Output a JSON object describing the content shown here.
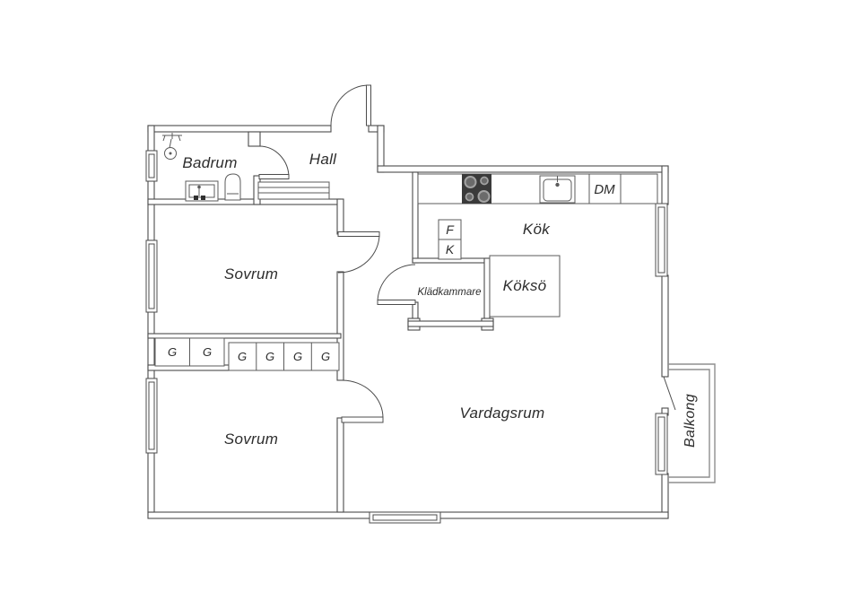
{
  "rooms": {
    "badrum": "Badrum",
    "hall": "Hall",
    "kok": "Kök",
    "koksoe": "Köksö",
    "kladkammare": "Klädkammare",
    "sovrum_upper": "Sovrum",
    "sovrum_lower": "Sovrum",
    "vardagsrum": "Vardagsrum",
    "balkong": "Balkong"
  },
  "appliances": {
    "dishwasher": "DM",
    "fridge": "F",
    "freezer": "K",
    "wardrobe": "G"
  },
  "colors": {
    "wall_line": "#4c4c4c",
    "fixture_line": "#5b5b5b",
    "balcony_line": "#8f8f8f",
    "stove": "#3a3a3a",
    "text": "#2d2d2d",
    "background": "#ffffff"
  }
}
